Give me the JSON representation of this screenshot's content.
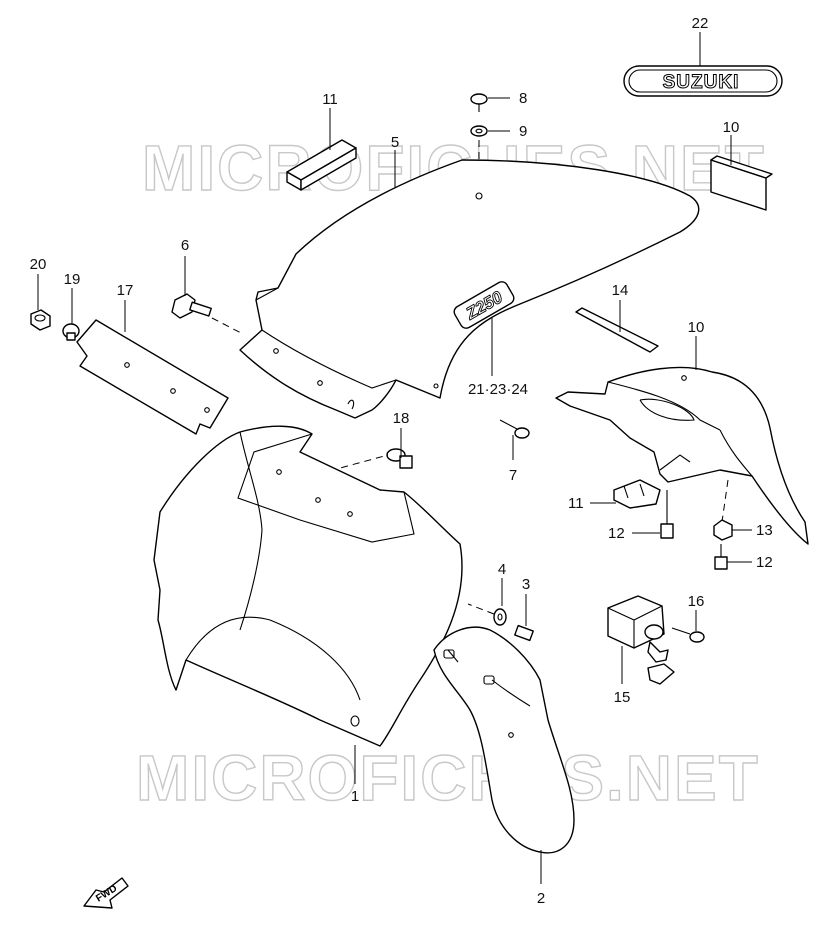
{
  "watermark": "MICROFICHES.NET",
  "emblem_text": "SUZUKI",
  "model_mark": "Z250",
  "fwd_arrow": "FWD",
  "callouts": {
    "c1": "1",
    "c2": "2",
    "c3": "3",
    "c4": "4",
    "c5": "5",
    "c6": "6",
    "c7": "7",
    "c8": "8",
    "c9": "9",
    "c10a": "10",
    "c10b": "10",
    "c11a": "11",
    "c11b": "11",
    "c12a": "12",
    "c12b": "12",
    "c13": "13",
    "c14": "14",
    "c15": "15",
    "c16": "16",
    "c17": "17",
    "c18": "18",
    "c19": "19",
    "c20": "20",
    "c21": "21·23·24",
    "c22": "22"
  }
}
